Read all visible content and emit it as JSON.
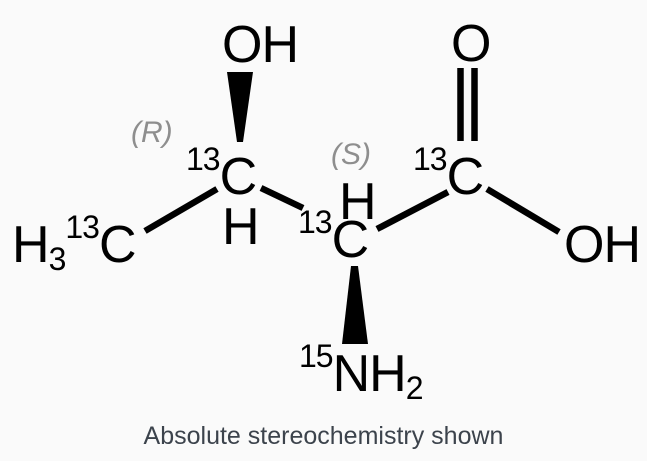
{
  "molecule": {
    "stereo_descriptors": {
      "r": "(R)",
      "s": "(S)"
    },
    "atoms": {
      "methyl": {
        "pre": "H",
        "pre_sub": "3",
        "iso": "13",
        "symbol": "C"
      },
      "beta_hydroxyl": {
        "symbol": "OH"
      },
      "c3": {
        "iso": "13",
        "symbol": "C"
      },
      "c3_hydrogen": {
        "symbol": "H"
      },
      "c2": {
        "iso": "13",
        "symbol": "C"
      },
      "c2_hydrogen": {
        "symbol": "H"
      },
      "carboxyl_c": {
        "iso": "13",
        "symbol": "C"
      },
      "carbonyl_o": {
        "symbol": "O"
      },
      "carboxyl_oh": {
        "symbol": "OH"
      },
      "amine": {
        "iso": "15",
        "symbol": "NH",
        "sub": "2"
      }
    }
  },
  "caption": {
    "text": "Absolute stereochemistry shown"
  },
  "colors": {
    "background": "#fafafa",
    "structure": "#000000",
    "stereo_label": "#8e8e8e",
    "caption": "#3c434c"
  }
}
